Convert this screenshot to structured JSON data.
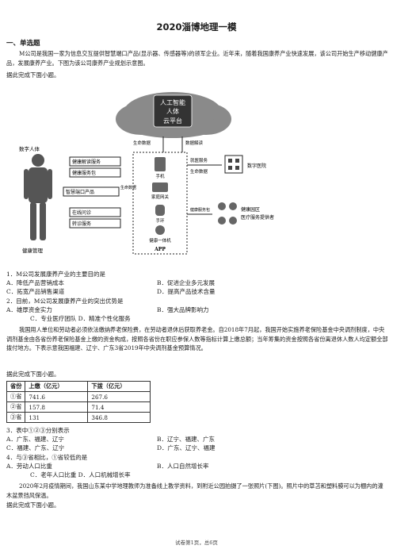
{
  "title": "2020淄博地理一模",
  "section": "一、单选题",
  "intro1": "M公司是我国一家为信息交互提供智慧端口产品(显示器、传感器等)的领军企业。近年来，随着我国康养产业快速发展，该公司开始生产移动健康产品，发展康养产业。下图为该公司康养产业规划示意图。",
  "prompt1": "据此完成下面小题。",
  "diagram": {
    "cloud_top": "人工智能",
    "cloud_mid": "人体",
    "cloud_bottom": "云平台",
    "arrow_left": "生命数据",
    "arrow_right": "数据解读",
    "human_label": "数字人体",
    "services": [
      "健康解读服务",
      "健康服务包",
      "智慧端口产品",
      "在线问诊",
      "转诊服务"
    ],
    "life_data": "生命数据",
    "devices": [
      "手机",
      "家庭网关",
      "手环",
      "健康一体机",
      "APP"
    ],
    "right_service": "就医服务",
    "right_data": "生命数据",
    "hospital": "数字医院",
    "health_service": "健康服务包",
    "community": "健康园区",
    "community2": "医疗服务提供者",
    "caption": "健康管理"
  },
  "q1": {
    "stem": "1．M公司发展康养产业的主要目的是",
    "A": "A．降低产品营销成本",
    "B": "B．促进企业多元发展",
    "C": "C．拓宽产品销售渠道",
    "D": "D．提高产品技术含量"
  },
  "q2": {
    "stem": "2．目前，M公司发展康养产业的突出优势是",
    "A": "A．雄厚资金实力",
    "B": "B．强大品牌影响力",
    "C": "C．专业医疗团队 D．精准个性化服务"
  },
  "intro2": "我国用人单位和劳动者必须依法缴纳养老保险费，在劳动者退休后获取养老金。自2018年7月起，我国开始实施养老保险基金中央调剂制度，中央调剂基金由各省份养老保险基金上缴的资金构成，按照各省份在职应参保人数等指标计算上缴总额；当年筹集的资金按照各省份离退休人数人均定额全部拨付地方。下表示意我国福建、辽宁、广东3省2019年中央调剂基金预算情况。",
  "prompt2": "据此完成下面小题。",
  "table": {
    "headers": [
      "省份",
      "上缴（亿元）",
      "下拨（亿元）"
    ],
    "rows": [
      [
        "①省",
        "741.6",
        "267.6"
      ],
      [
        "②省",
        "157.8",
        "71.4"
      ],
      [
        "③省",
        "131",
        "346.8"
      ]
    ]
  },
  "q3": {
    "stem": "3．表中①②③分别表示",
    "A": "A．广东、福建、辽宁",
    "B": "B．辽宁、福建、广东",
    "C": "C．福建、广东、辽宁",
    "D": "D．广东、辽宁、福建"
  },
  "q4": {
    "stem": "4．与③省相比，①省较低的是",
    "A": "A．劳动人口比重",
    "B": "B．人口自然增长率",
    "C": "C．老年人口比重 D．人口机械增长率"
  },
  "intro3": "2020年2月疫情期间，我国山东某中学地理教师为准备线上教学资料，到附近公园拍摄了一张照片(下图)。照片中的草苫和塑料膜可以为棚内的灌木盆景挡风保温。",
  "prompt3": "据此完成下面小题。",
  "footer": "试卷第1页，总6页"
}
